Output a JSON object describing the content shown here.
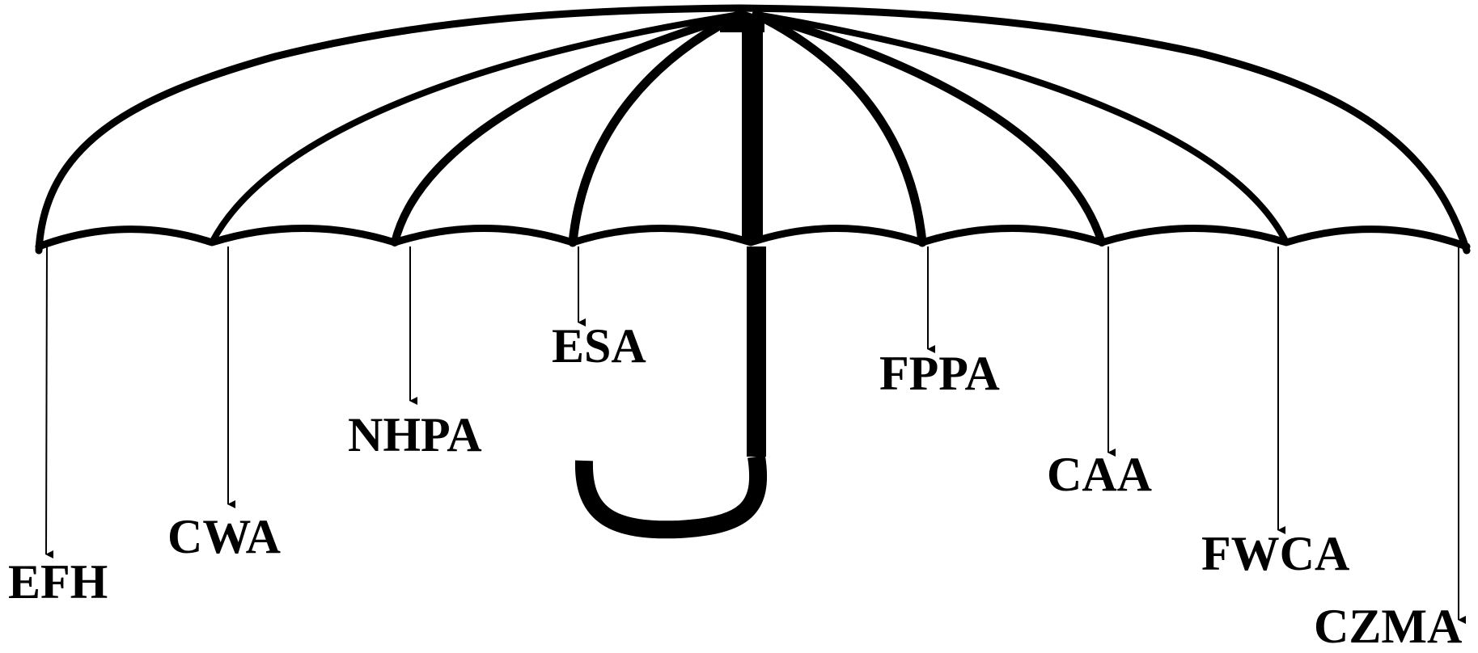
{
  "colors": {
    "ink": "#000000",
    "canvas": "#ffffff"
  },
  "labels": {
    "efh": "EFH",
    "cwa": "CWA",
    "nhpa": "NHPA",
    "esa": "ESA",
    "fppa": "FPPA",
    "caa": "CAA",
    "fwca": "FWCA",
    "czma": "CZMA"
  }
}
